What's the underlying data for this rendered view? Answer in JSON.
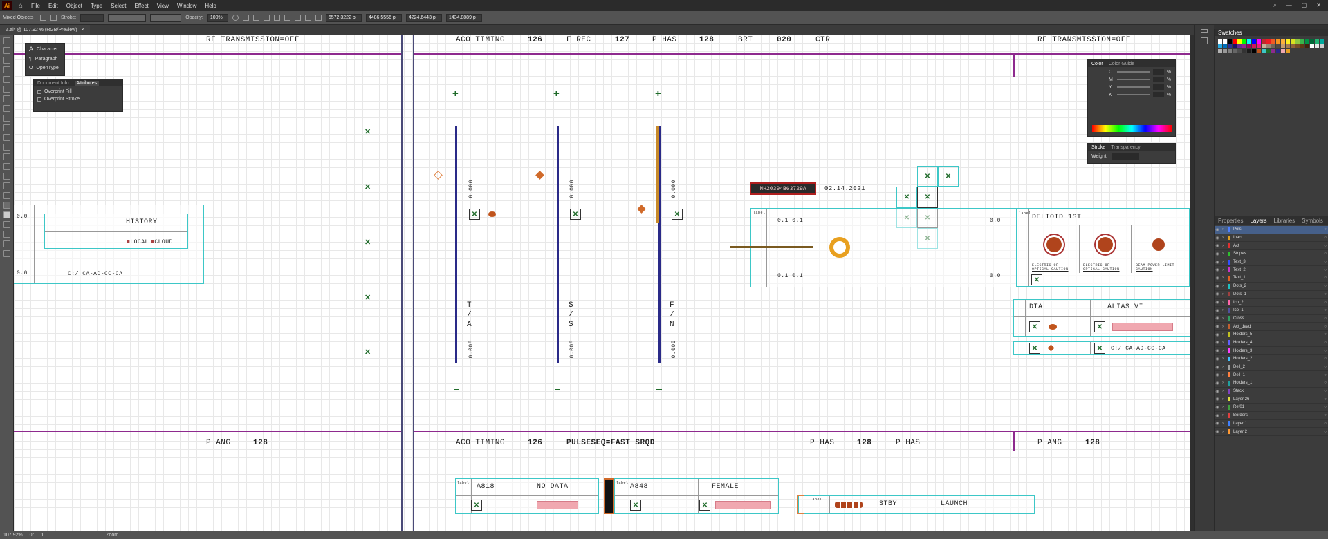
{
  "app": {
    "logo": "Ai",
    "menu": [
      "File",
      "Edit",
      "Object",
      "Type",
      "Select",
      "Effect",
      "View",
      "Window",
      "Help"
    ]
  },
  "control_bar": {
    "selection": "Mixed Objects",
    "stroke_label": "Stroke:",
    "opacity_label": "Opacity:",
    "opacity_value": "100%",
    "x_value": "6572.3222 p",
    "y_value": "4486.5556 p",
    "w_value": "4224.6443 p",
    "h_value": "1434.8889 p"
  },
  "document_tab": {
    "title": "Z.ai* @ 107.92 % (RGB/Preview)",
    "close": "×"
  },
  "panels": {
    "type_panel": {
      "items": [
        "Character",
        "Paragraph",
        "OpenType"
      ]
    },
    "attributes_panel": {
      "tabs": [
        "Document Info",
        "Attributes"
      ],
      "items": [
        "Overprint Fill",
        "Overprint Stroke"
      ]
    },
    "color_panel": {
      "tabs": [
        "Color",
        "Color Guide"
      ],
      "channels": [
        "C",
        "M",
        "Y",
        "K"
      ],
      "unit": "%"
    },
    "stroke_panel": {
      "tabs": [
        "Stroke",
        "Transparency"
      ],
      "weight_label": "Weight:"
    },
    "swatches_panel": {
      "title": "Swatches"
    },
    "layers_panel": {
      "tabs": [
        "Properties",
        "Layers",
        "Libraries",
        "Symbols"
      ],
      "layers": [
        {
          "name": "Pols",
          "color": "#4f7fff",
          "selected": true
        },
        {
          "name": "Inact",
          "color": "#e0a020"
        },
        {
          "name": "Act",
          "color": "#e03030"
        },
        {
          "name": "Stripes",
          "color": "#2ec02e"
        },
        {
          "name": "Text_3",
          "color": "#3050ff"
        },
        {
          "name": "Text_2",
          "color": "#cc33cc"
        },
        {
          "name": "Text_1",
          "color": "#e06020"
        },
        {
          "name": "Dots_2",
          "color": "#20c0c0"
        },
        {
          "name": "Dots_1",
          "color": "#a04040"
        },
        {
          "name": "Ico_2",
          "color": "#ff66aa"
        },
        {
          "name": "Ico_1",
          "color": "#5050a0"
        },
        {
          "name": "Cross",
          "color": "#30a060"
        },
        {
          "name": "Act_dead",
          "color": "#c06030"
        },
        {
          "name": "Holders_5",
          "color": "#c0c020"
        },
        {
          "name": "Holders_4",
          "color": "#6060ff"
        },
        {
          "name": "Holders_3",
          "color": "#ff40ff"
        },
        {
          "name": "Holders_2",
          "color": "#40c0ff"
        },
        {
          "name": "Dell_2",
          "color": "#a0a0a0"
        },
        {
          "name": "Dell_1",
          "color": "#ff8040"
        },
        {
          "name": "Holders_1",
          "color": "#20a0a0"
        },
        {
          "name": "Stack",
          "color": "#8040c0"
        },
        {
          "name": "Layer 26",
          "color": "#e0e040"
        },
        {
          "name": "Ref01",
          "color": "#40a040"
        },
        {
          "name": "Borders",
          "color": "#e04040"
        },
        {
          "name": "Layer 1",
          "color": "#4080ff"
        },
        {
          "name": "Layer 2",
          "color": "#ff9933"
        }
      ]
    }
  },
  "artboard": {
    "top_left_title": "RF TRANSMISSION=OFF",
    "top_right_title": "RF TRANSMISSION=OFF",
    "top_row": [
      "ACO TIMING",
      "126",
      "F REC",
      "127",
      "P HAS",
      "128",
      "BRT",
      "020",
      "CTR"
    ],
    "bottom_left": [
      "P ANG",
      "128"
    ],
    "bottom_row": [
      "ACO TIMING",
      "126",
      "PULSESEQ=FAST SRQD"
    ],
    "bottom_mid": [
      "P HAS",
      "128",
      "P HAS"
    ],
    "bottom_right": [
      "P ANG",
      "128"
    ],
    "history": {
      "title": "HISTORY",
      "local": "LOCAL",
      "cloud": "CLOUD",
      "val1": "0.0",
      "val2": "0.0",
      "code": "C:/ CA-AD-CC-CA"
    },
    "columns": [
      {
        "code": "0.000",
        "vertical": "T\n/\nA",
        "code2": "0.000"
      },
      {
        "code": "0.000",
        "vertical": "S\n/\nS",
        "code2": "0.000"
      },
      {
        "code": "0.000",
        "vertical": "F\n/\nN",
        "code2": "0.000"
      }
    ],
    "id_tag": "NH20394B63729A",
    "date": "02.14.2021",
    "deltoid": {
      "label": "DELTOID 1ST",
      "vals_left": [
        "0.1",
        "0.1"
      ],
      "vals_left2": [
        "0.1",
        "0.1"
      ],
      "v1": "0.0",
      "v2": "0.0",
      "cautions": [
        "ELECTRIC OR OPTICAL CAUTION",
        "ELECTRIC OR OPTICAL CAUTION",
        "BEAM POWER LIMIT CAUTION"
      ]
    },
    "dta_label": "DTA",
    "alias_label": "ALIAS VI",
    "path_code": "C:/ CA-AD-CC-CA",
    "patient1": {
      "id": "A818",
      "label": "NO DATA"
    },
    "patient2": {
      "id": "A848",
      "label": "FEMALE"
    },
    "launch_bar": {
      "stby": "STBY",
      "launch": "LAUNCH"
    },
    "tiny_label": "label"
  },
  "status_bar": {
    "zoom": "107.92%",
    "angle": "0°",
    "page": "1",
    "tool": "Zoom"
  }
}
